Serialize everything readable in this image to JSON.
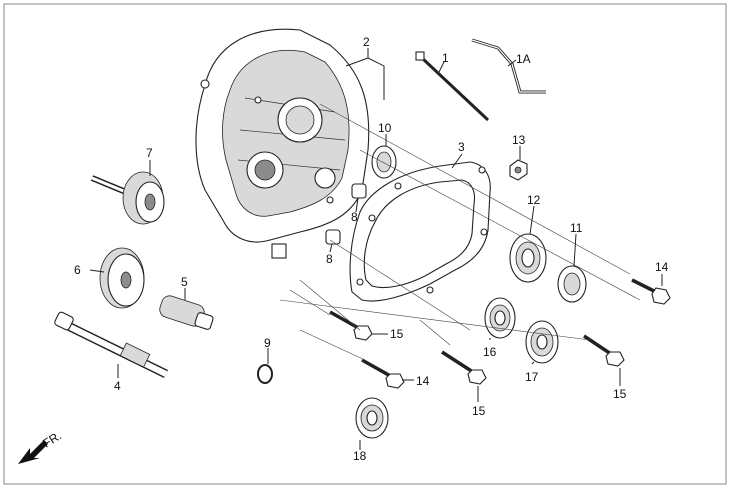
{
  "diagram": {
    "callouts": [
      {
        "id": "c2",
        "text": "2"
      },
      {
        "id": "c1",
        "text": "1"
      },
      {
        "id": "c1A",
        "text": "1A"
      },
      {
        "id": "c10",
        "text": "10"
      },
      {
        "id": "c3",
        "text": "3"
      },
      {
        "id": "c13",
        "text": "13"
      },
      {
        "id": "c7",
        "text": "7"
      },
      {
        "id": "c8a",
        "text": "8"
      },
      {
        "id": "c8b",
        "text": "8"
      },
      {
        "id": "c12",
        "text": "12"
      },
      {
        "id": "c11",
        "text": "11"
      },
      {
        "id": "c14a",
        "text": "14"
      },
      {
        "id": "c6",
        "text": "6"
      },
      {
        "id": "c5",
        "text": "5"
      },
      {
        "id": "c15a",
        "text": "15"
      },
      {
        "id": "c16",
        "text": "16"
      },
      {
        "id": "c17",
        "text": "17"
      },
      {
        "id": "c15b",
        "text": "15"
      },
      {
        "id": "c9",
        "text": "9"
      },
      {
        "id": "c4",
        "text": "4"
      },
      {
        "id": "c14b",
        "text": "14"
      },
      {
        "id": "c15c",
        "text": "15"
      },
      {
        "id": "c18",
        "text": "18"
      }
    ],
    "direction_label": "FR."
  }
}
